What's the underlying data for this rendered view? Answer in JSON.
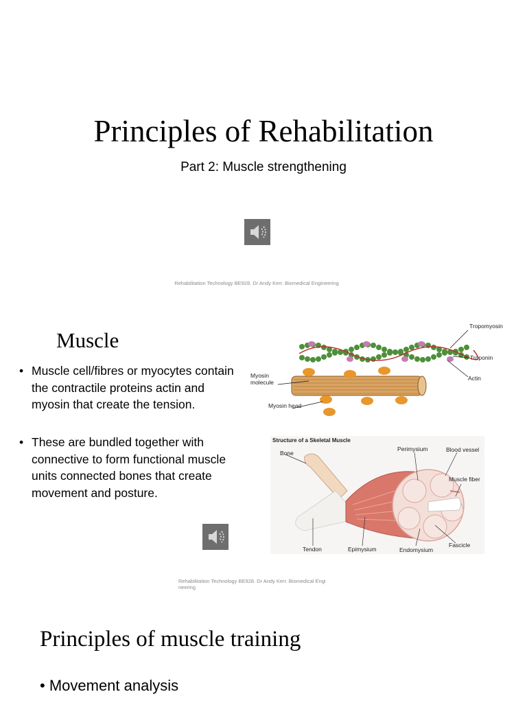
{
  "slide1": {
    "title": "Principles of Rehabilitation",
    "subtitle": "Part 2: Muscle strengthening",
    "audio_icon": "speaker-icon",
    "footer": "Rehabilitation Technology BE928. Dr Andy Kerr. Biomedical Engineering"
  },
  "slide2": {
    "title": "Muscle",
    "bullets": [
      "Muscle cell/fibres or myocytes contain the contractile proteins actin and myosin that create the tension.",
      "These are bundled together with connective to form functional muscle units connected bones that create movement and posture."
    ],
    "diagram1_labels": {
      "tropomyosin": "Tropomyosin",
      "troponin": "Troponin",
      "actin": "Actin",
      "myosin_molecule": "Myosin molecule",
      "myosin_head": "Myosin head"
    },
    "diagram2": {
      "title": "Structure of a Skeletal Muscle",
      "labels": {
        "bone": "Bone",
        "perimysium": "Perimysium",
        "blood_vessel": "Blood vessel",
        "muscle_fiber": "Muscle fiber",
        "tendon": "Tendon",
        "epimysium": "Epimysium",
        "endomysium": "Endomysium",
        "fascicle": "Fascicle"
      }
    },
    "audio_icon": "speaker-icon",
    "footer_line1": "Rehabilitation Technology BE928. Dr Andy Kerr. Biomedical Engi",
    "footer_line2": "neering"
  },
  "slide3": {
    "title": "Principles of muscle training",
    "bullets": [
      "Movement analysis"
    ]
  },
  "colors": {
    "page_bg": "#ffffff",
    "speaker_bg": "#6e6e6e",
    "footer_text": "#8a8a8a",
    "actin_green": "#4e8f3a",
    "troponin_pink": "#c77bb4",
    "myosin_orange": "#e8972d",
    "muscle_red": "#d9776a"
  }
}
